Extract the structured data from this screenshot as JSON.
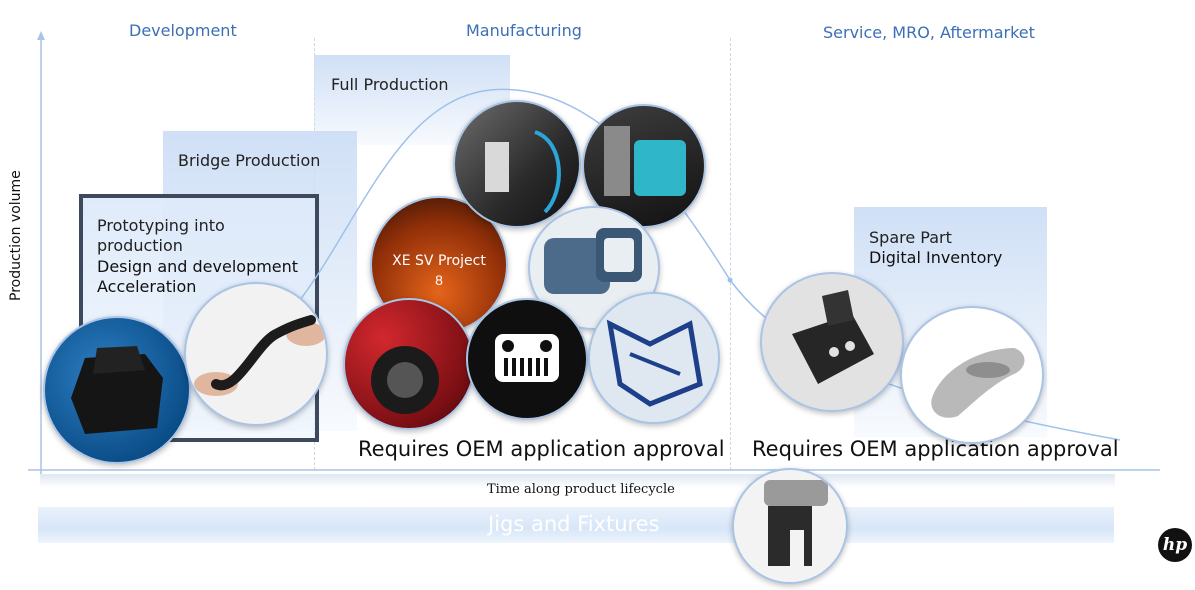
{
  "phases": {
    "development": "Development",
    "manufacturing": "Manufacturing",
    "service": "Service, MRO, Aftermarket"
  },
  "stages": {
    "full_production": "Full Production",
    "bridge_production": "Bridge Production",
    "prototyping_line1": "Prototyping into",
    "prototyping_line2": "production",
    "prototyping_line3": "Design  and development",
    "prototyping_line4": "Acceleration",
    "spare_line1": "Spare Part",
    "spare_line2": "Digital Inventory"
  },
  "axes": {
    "y_label": "Production volume",
    "x_label": "Time along product lifecycle"
  },
  "approval": {
    "manufacturing": "Requires OEM application approval",
    "service": "Requires OEM application approval"
  },
  "photo_text": {
    "xe_line1": "XE SV Project",
    "xe_line2": "8"
  },
  "jigs_banner": "Jigs and Fixtures",
  "logo_text": "hp",
  "colors": {
    "phase_title": "#3b6fb6",
    "box_fill": "#d3e2f6",
    "curve": "#9ec1ea",
    "dark_frame": "#3d4a5e"
  }
}
